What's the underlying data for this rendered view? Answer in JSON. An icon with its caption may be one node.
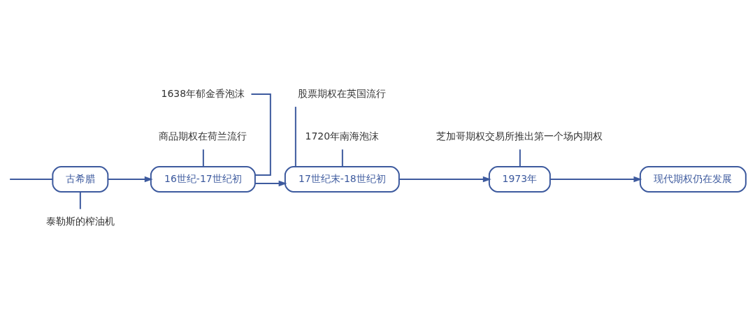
{
  "diagram": {
    "nodes": [
      {
        "text": [
          "古希腊"
        ]
      },
      {
        "text": [
          "16世纪-17世纪初"
        ]
      },
      {
        "text": [
          "17世纪末-18世纪初"
        ]
      },
      {
        "text": [
          "1973年"
        ]
      },
      {
        "text": [
          "现代期权仍在发展"
        ]
      },
      {
        "text": [
          "1638年郁金香泡沫"
        ]
      },
      {
        "text": [
          "商品期权在荷兰流行"
        ]
      },
      {
        "text": [
          "泰勒斯的榨油机"
        ]
      },
      {
        "text": [
          "股票期权在英国流行"
        ]
      },
      {
        "text": [
          "1720年南海泡沫"
        ]
      },
      {
        "text": [
          "芝加哥期权交易所推出第一个场内期权"
        ]
      }
    ],
    "edges": [
      {
        "from": null,
        "to": 0,
        "arrow": "none"
      },
      {
        "from": 0,
        "to": 1,
        "arrow": "to"
      },
      {
        "from": 1,
        "to": 2,
        "arrow": "to"
      },
      {
        "from": 2,
        "to": 3,
        "arrow": "to"
      },
      {
        "from": 3,
        "to": 4,
        "arrow": "to"
      },
      {
        "from": 1,
        "to": 5,
        "arrow": "none"
      },
      {
        "from": 1,
        "to": 6,
        "arrow": "none"
      },
      {
        "from": 0,
        "to": 7,
        "arrow": "none"
      },
      {
        "from": 2,
        "to": 8,
        "arrow": "none"
      },
      {
        "from": 2,
        "to": 9,
        "arrow": "none"
      },
      {
        "from": 3,
        "to": 10,
        "arrow": "none"
      }
    ]
  }
}
